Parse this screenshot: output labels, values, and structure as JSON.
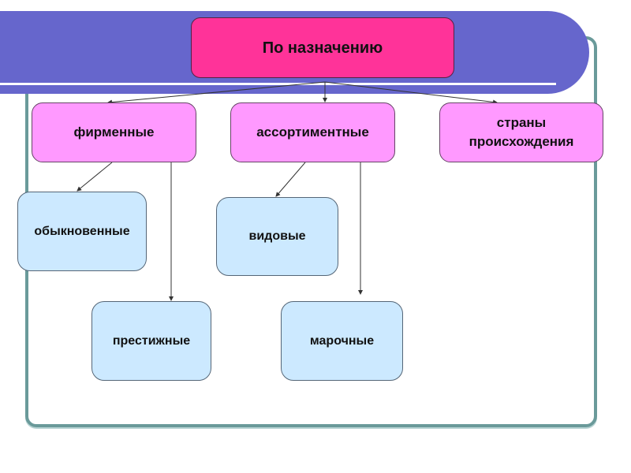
{
  "diagram": {
    "root": {
      "label": "По назначению"
    },
    "categories": [
      {
        "id": "firm",
        "label": "фирменные"
      },
      {
        "id": "assort",
        "label": "ассортиментные"
      },
      {
        "id": "country",
        "label": "страны происхождения"
      }
    ],
    "subcategories": [
      {
        "id": "ordinary",
        "parent": "firm",
        "label": "обыкновенные"
      },
      {
        "id": "prestige",
        "parent": "firm",
        "label": "престижные"
      },
      {
        "id": "species",
        "parent": "assort",
        "label": "видовые"
      },
      {
        "id": "brand",
        "parent": "assort",
        "label": "марочные"
      }
    ],
    "colors": {
      "banner": "#6666cc",
      "frame": "#6a9a9a",
      "root_fill": "#ff3399",
      "category_fill": "#ff99ff",
      "subcategory_fill": "#cce9ff",
      "connector": "#333333"
    }
  }
}
